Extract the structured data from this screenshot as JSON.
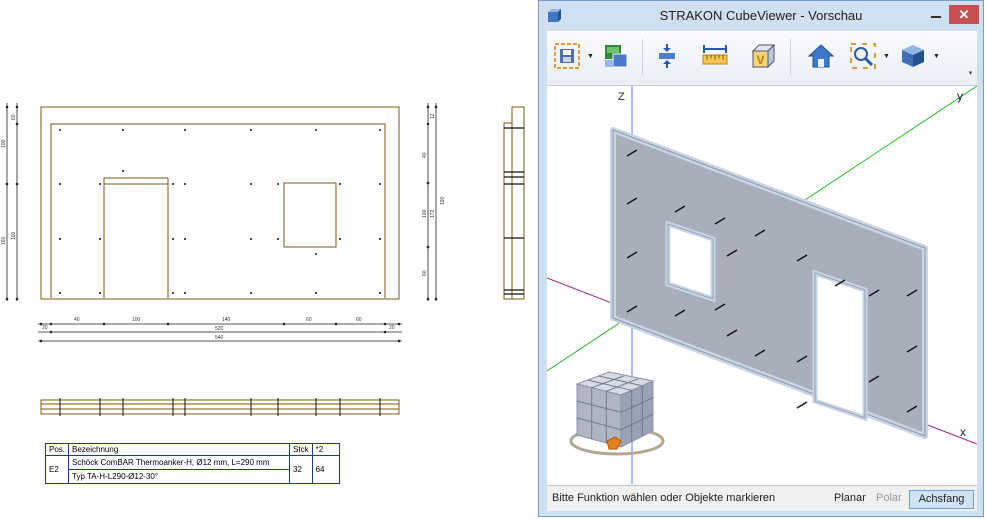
{
  "window": {
    "title": "STRAKON CubeViewer - Vorschau",
    "close_label": "✕",
    "minimize_label": "—"
  },
  "toolbar": {
    "buttons": [
      {
        "name": "save-icon",
        "dropdown": true
      },
      {
        "name": "layout-icon",
        "dropdown": false
      },
      {
        "name": "split-icon",
        "dropdown": false
      },
      {
        "name": "measure-icon",
        "dropdown": false
      },
      {
        "name": "cube-v-icon",
        "dropdown": false
      },
      {
        "name": "home-icon",
        "dropdown": false
      },
      {
        "name": "zoom-icon",
        "dropdown": true
      },
      {
        "name": "view-cube-icon",
        "dropdown": true
      }
    ],
    "dropdown_glyph": "▼",
    "overflow_glyph": "▾"
  },
  "viewer": {
    "axis_z": "Z",
    "axis_y": "y",
    "axis_x": "x",
    "colors": {
      "x_axis": "#a0208c",
      "y_axis": "#2cb82c",
      "z_axis": "#4d7fff",
      "wall": "#a9aebb"
    }
  },
  "status": {
    "message": "Bitte Funktion wählen oder Objekte markieren",
    "tab_planar": "Planar",
    "tab_polar": "Polar",
    "tab_achsfang": "Achsfang"
  },
  "drawing": {
    "dims_bottom_1": [
      "40",
      "100",
      "140",
      "60",
      "60"
    ],
    "dims_bottom_2": "520",
    "dims_bottom_3": "540",
    "dims_bottom_end_left": "20",
    "dims_bottom_end_right": "20",
    "dims_left": [
      "100",
      "60",
      "160",
      "100"
    ],
    "dims_right": [
      "12",
      "40",
      "100",
      "60",
      "172",
      "190"
    ]
  },
  "parts_table": {
    "headers": [
      "Pos.",
      "Bezeichnung",
      "Stck",
      "*2"
    ],
    "row": {
      "pos": "E2",
      "desc_line1": "Schöck ComBAR Thermoanker-H, Ø12 mm, L=290 mm",
      "desc_line2": "Typ TA-H-L290-Ø12-30°",
      "count": "32",
      "total": "64"
    }
  }
}
